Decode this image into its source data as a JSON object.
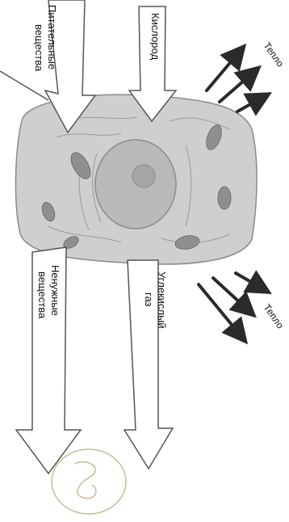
{
  "labels": {
    "nutrients": [
      "Питательные",
      "вещества"
    ],
    "oxygen": "Кислород",
    "heat_top": "Тепло",
    "waste": [
      "Ненужные",
      "вещества"
    ],
    "co2": [
      "Углекислый",
      "газ"
    ],
    "heat_bottom": "Тепло"
  },
  "colors": {
    "cell_fill": "#cfcfcf",
    "nucleus_fill": "#b9b9b9",
    "arrow_stroke": "#555555",
    "heat_arrow": "#2a2a2a",
    "sketch_stroke": "#c9b99a"
  }
}
